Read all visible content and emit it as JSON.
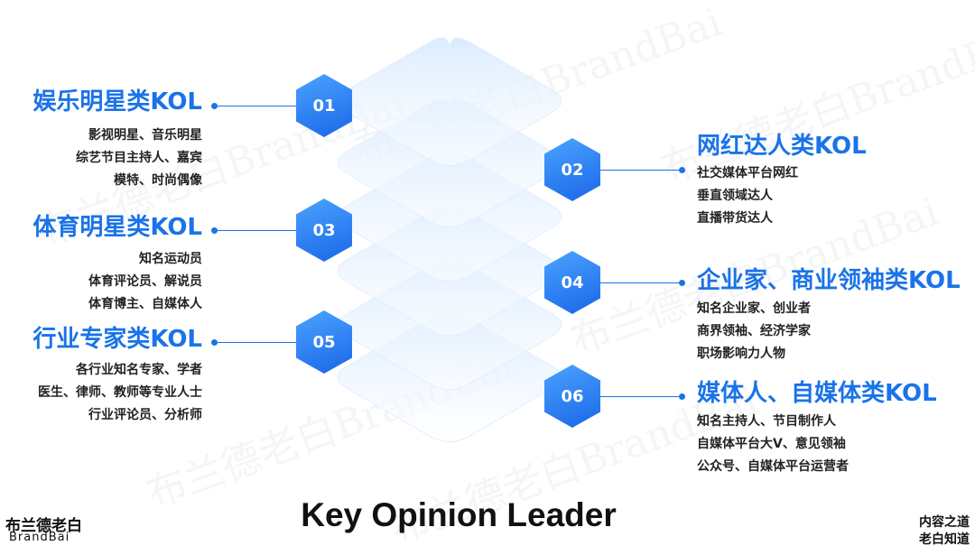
{
  "watermark_text": "布兰德老白BrandBai",
  "left_groups": [
    {
      "title": "娱乐明星类KOL",
      "items": [
        "影视明星、音乐明星",
        "综艺节目主持人、嘉宾",
        "模特、时尚偶像"
      ]
    },
    {
      "title": "体育明星类KOL",
      "items": [
        "知名运动员",
        "体育评论员、解说员",
        "体育博主、自媒体人"
      ]
    },
    {
      "title": "行业专家类KOL",
      "items": [
        "各行业知名专家、学者",
        "医生、律师、教师等专业人士",
        "行业评论员、分析师"
      ]
    }
  ],
  "right_groups": [
    {
      "title": "网红达人类KOL",
      "items": [
        "社交媒体平台网红",
        "垂直领域达人",
        "直播带货达人"
      ]
    },
    {
      "title": "企业家、商业领袖类KOL",
      "items": [
        "知名企业家、创业者",
        "商界领袖、经济学家",
        "职场影响力人物"
      ]
    },
    {
      "title": "媒体人、自媒体类KOL",
      "items": [
        "知名主持人、节目制作人",
        "自媒体平台大V、意见领袖",
        "公众号、自媒体平台运营者"
      ]
    }
  ],
  "badges": [
    "01",
    "02",
    "03",
    "04",
    "05",
    "06"
  ],
  "bottom_title": "Key Opinion Leader",
  "brand": {
    "cn": "布兰德老白",
    "en": "BrandBai"
  },
  "corner_right": {
    "line1": "内容之道",
    "line2": "老白知道"
  },
  "colors": {
    "accent": "#1a73e8",
    "layer_top": "#dfeeff",
    "layer_bottom": "#ffffff"
  }
}
